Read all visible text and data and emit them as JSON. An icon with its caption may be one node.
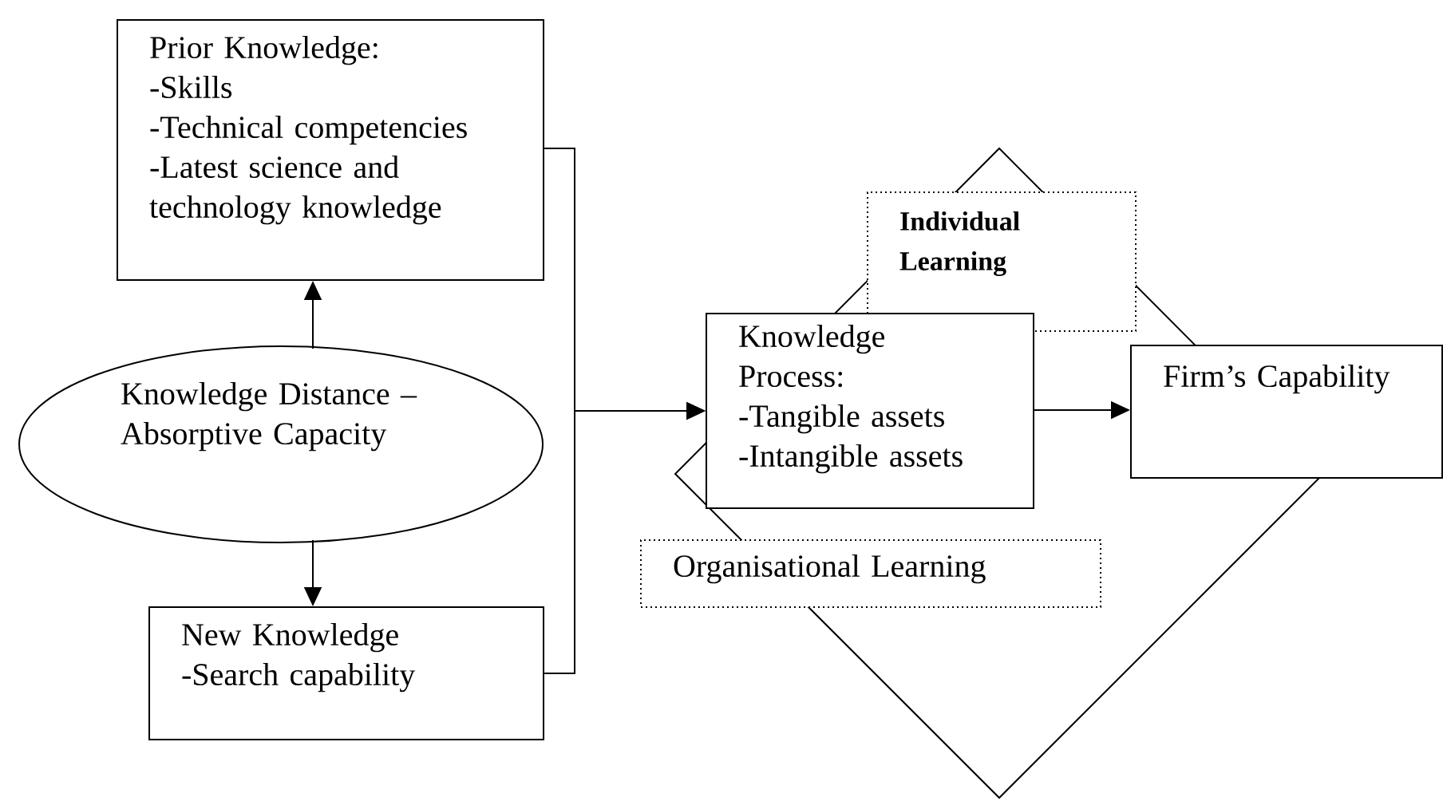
{
  "diagram": {
    "nodes": [
      {
        "text": [
          "Prior Knowledge:",
          "-Skills",
          "-Technical competencies",
          "-Latest science and technology knowledge"
        ]
      },
      {
        "text": [
          "Knowledge Distance – Absorptive Capacity"
        ]
      },
      {
        "text": [
          "New Knowledge",
          "-Search capability"
        ]
      },
      {
        "text": [
          "Individual Learning"
        ]
      },
      {
        "text": [
          "Knowledge Process:",
          "-Tangible assets",
          "-Intangible assets"
        ]
      },
      {
        "text": [
          "Firm’s Capability"
        ]
      },
      {
        "text": [
          "Organisational Learning"
        ]
      }
    ],
    "edges": [
      {
        "from": 1,
        "to": 0,
        "arrow": "to"
      },
      {
        "from": 1,
        "to": 2,
        "arrow": "to"
      },
      {
        "from": 0,
        "to": 4,
        "arrow": "to"
      },
      {
        "from": 2,
        "to": 4,
        "arrow": "to"
      },
      {
        "from": 4,
        "to": 5,
        "arrow": "to"
      }
    ]
  }
}
